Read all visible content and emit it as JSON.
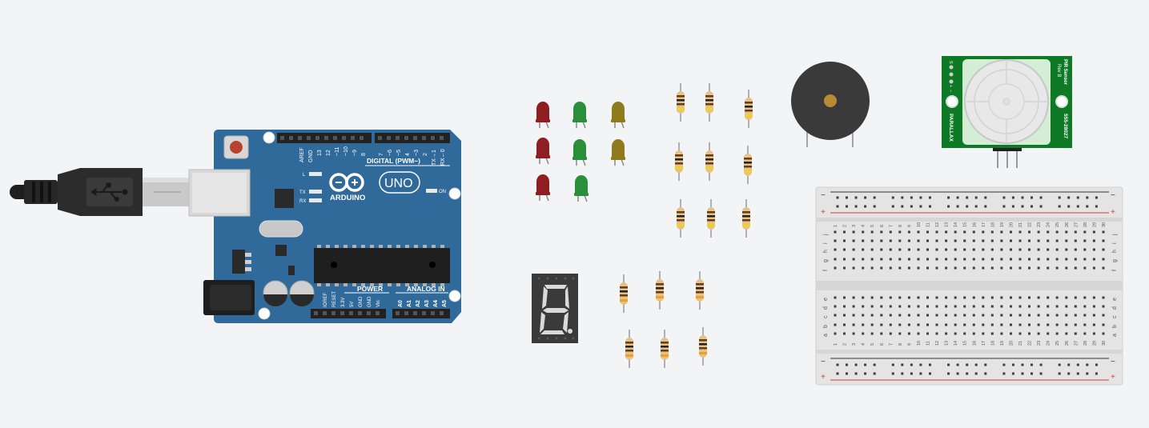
{
  "colors": {
    "canvas_bg": "#f3f4f6",
    "arduino_blue": "#2f6a9a",
    "led_red": "#8e1e22",
    "led_green": "#2a8f3a",
    "led_yellow": "#8f7a1c",
    "pir_green": "#0f7a25",
    "breadboard_bg": "#e4e4e4",
    "rail_red": "#d23a3a"
  },
  "arduino": {
    "top_header_labels": [
      "AREF",
      "GND",
      "13",
      "12",
      "~11",
      "~10",
      "~9",
      "8",
      "7",
      "~6",
      "~5",
      "4",
      "~3",
      "2",
      "TX→1",
      "RX←0"
    ],
    "digital_label": "DIGITAL (PWM~)",
    "logo_text": "ARDUINO",
    "model_text": "UNO",
    "led_labels": [
      "L",
      "TX",
      "RX"
    ],
    "on_label": "ON",
    "power_label": "POWER",
    "analog_label": "ANALOG IN",
    "power_pins": [
      "IOREF",
      "RESET",
      "3.3V",
      "5V",
      "GND",
      "GND",
      "Vin"
    ],
    "analog_pins": [
      "A0",
      "A1",
      "A2",
      "A3",
      "A4",
      "A5"
    ]
  },
  "pir": {
    "brand": "PARALLAX",
    "title": "PIR Sensor",
    "revision": "Rev B",
    "part_no": "555-28027",
    "pin_labels": [
      "S",
      "+",
      "−"
    ]
  },
  "breadboard": {
    "rail_minus": "−",
    "rail_plus": "+",
    "row_letters_top": [
      "j",
      "i",
      "h",
      "g",
      "f"
    ],
    "row_letters_bottom": [
      "e",
      "d",
      "c",
      "b",
      "a"
    ],
    "columns": 30
  },
  "components": {
    "leds": [
      {
        "color": "red"
      },
      {
        "color": "green"
      },
      {
        "color": "yellow"
      },
      {
        "color": "red"
      },
      {
        "color": "green"
      },
      {
        "color": "yellow"
      },
      {
        "color": "red"
      },
      {
        "color": "green"
      }
    ],
    "resistor_count": 15,
    "seven_segment_digit": "8."
  }
}
